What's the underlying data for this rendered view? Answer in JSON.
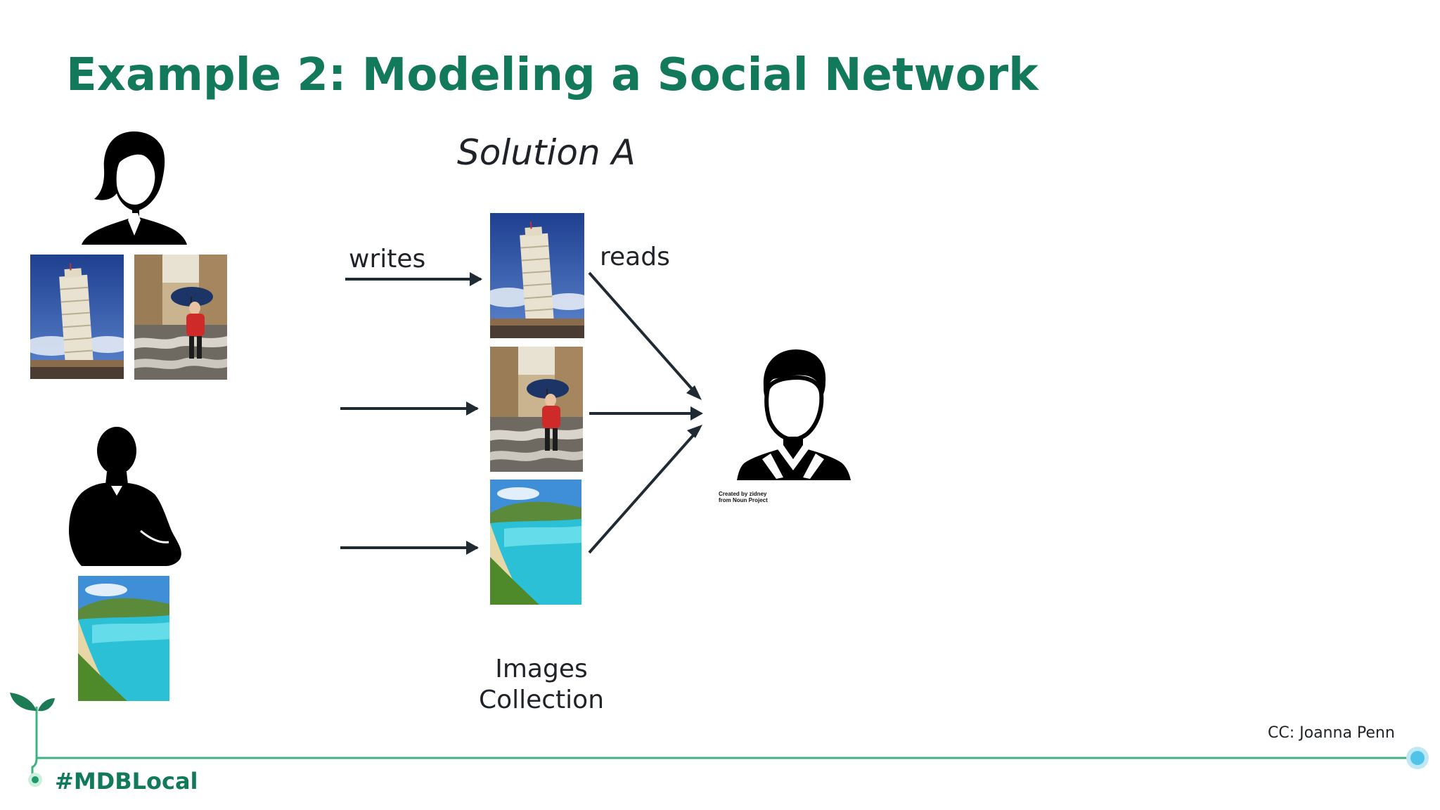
{
  "slide": {
    "title": "Example 2: Modeling a Social Network",
    "subtitle": "Solution A"
  },
  "diagram": {
    "writes_label": "writes",
    "reads_label": "reads",
    "collection_label_line1": "Images",
    "collection_label_line2": "Collection",
    "icon_credit": "Created by zidney\nfrom Noun Project"
  },
  "footer": {
    "credit": "CC: Joanna Penn",
    "hashtag": "#MDBLocal"
  },
  "colors": {
    "brand_green": "#13795b",
    "text_dark": "#1f2328",
    "arrow": "#1f2a33",
    "timeline_line": "#3fb37f",
    "timeline_dot": "#4fc3e8"
  },
  "icons": [
    "woman-user-icon",
    "businessman-user-icon",
    "reader-user-icon",
    "sprout-icon"
  ]
}
